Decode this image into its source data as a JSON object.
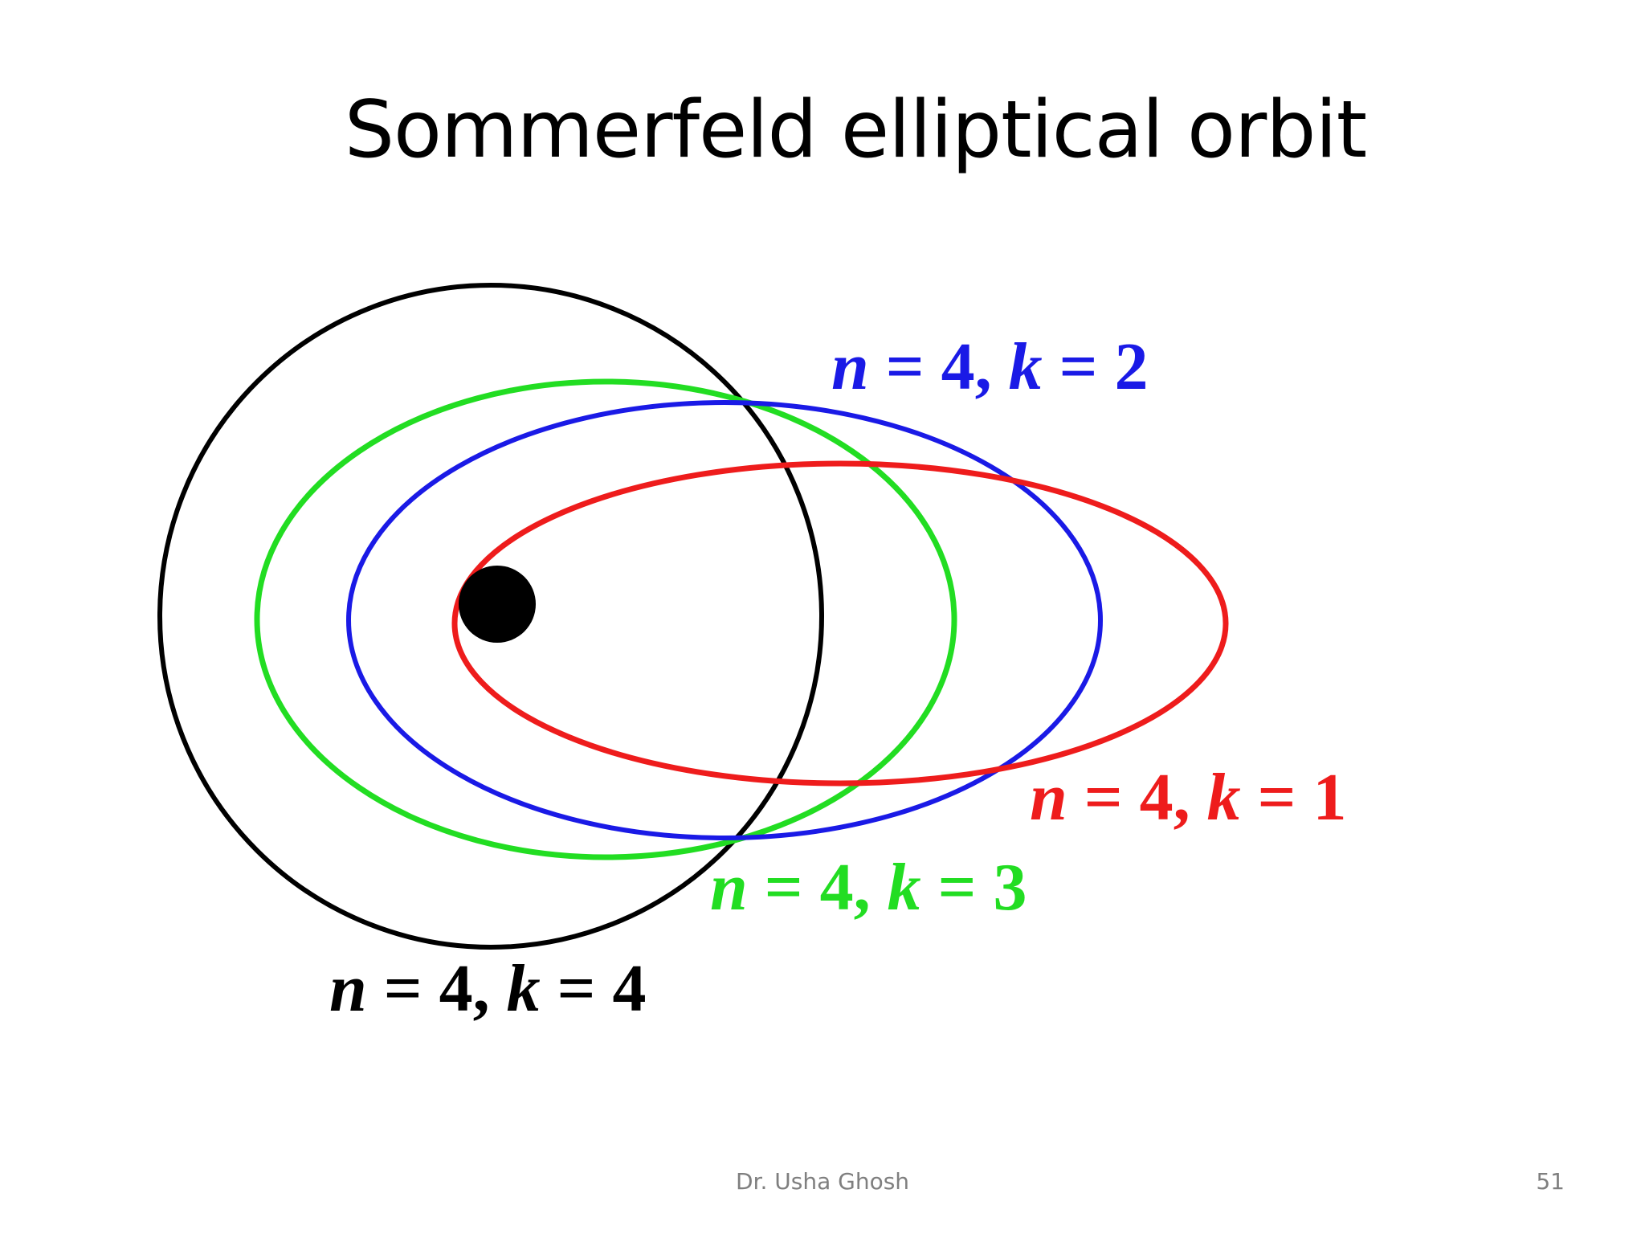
{
  "slide": {
    "title": "Sommerfeld elliptical orbit",
    "footer_author": "Dr. Usha Ghosh",
    "page_number": "51"
  },
  "diagram": {
    "nucleus_color": "#000000",
    "orbits": [
      {
        "id": "k4",
        "color": "#000000",
        "label_n": "n",
        "label_rest": " = 4, ",
        "label_k": "k",
        "label_val": " = 4"
      },
      {
        "id": "k3",
        "color": "#22dd22",
        "label_n": "n",
        "label_rest": " = 4, ",
        "label_k": "k",
        "label_val": " = 3"
      },
      {
        "id": "k2",
        "color": "#1a1ae6",
        "label_n": "n",
        "label_rest": " = 4, ",
        "label_k": "k",
        "label_val": " = 2"
      },
      {
        "id": "k1",
        "color": "#ee1c1c",
        "label_n": "n",
        "label_rest": " = 4, ",
        "label_k": "k",
        "label_val": " = 1"
      }
    ]
  }
}
